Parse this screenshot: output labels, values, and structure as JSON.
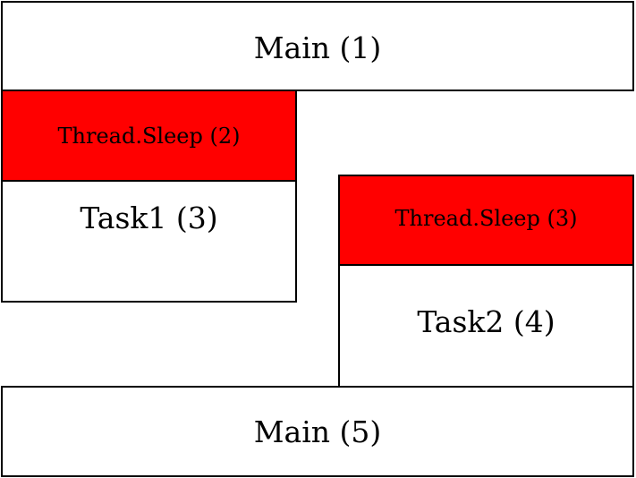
{
  "colors": {
    "sleep_fill": "#ff0000",
    "box_fill": "#ffffff",
    "border": "#000000"
  },
  "blocks": {
    "main_top": "Main (1)",
    "sleep_1": "Thread.Sleep (2)",
    "task_1": "Task1 (3)",
    "sleep_2": "Thread.Sleep (3)",
    "task_2": "Task2 (4)",
    "main_bottom": "Main (5)"
  }
}
